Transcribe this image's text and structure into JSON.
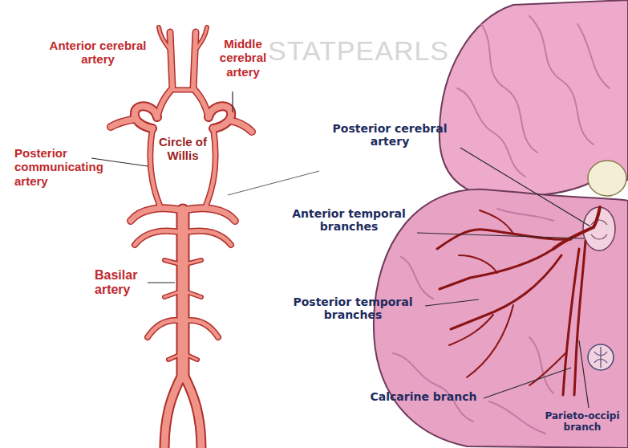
{
  "diagram": {
    "labels": [
      "Anterior cerebral artery",
      "Middle cerebral artery",
      "Circle of Willis",
      "Posterior communicating artery",
      "Basilar artery",
      "STATPEARLS",
      "Posterior cerebral artery",
      "Anterior temporal branches",
      "Posterior temporal branches",
      "Calcarine branch",
      "Parieto-occipi branch"
    ]
  }
}
